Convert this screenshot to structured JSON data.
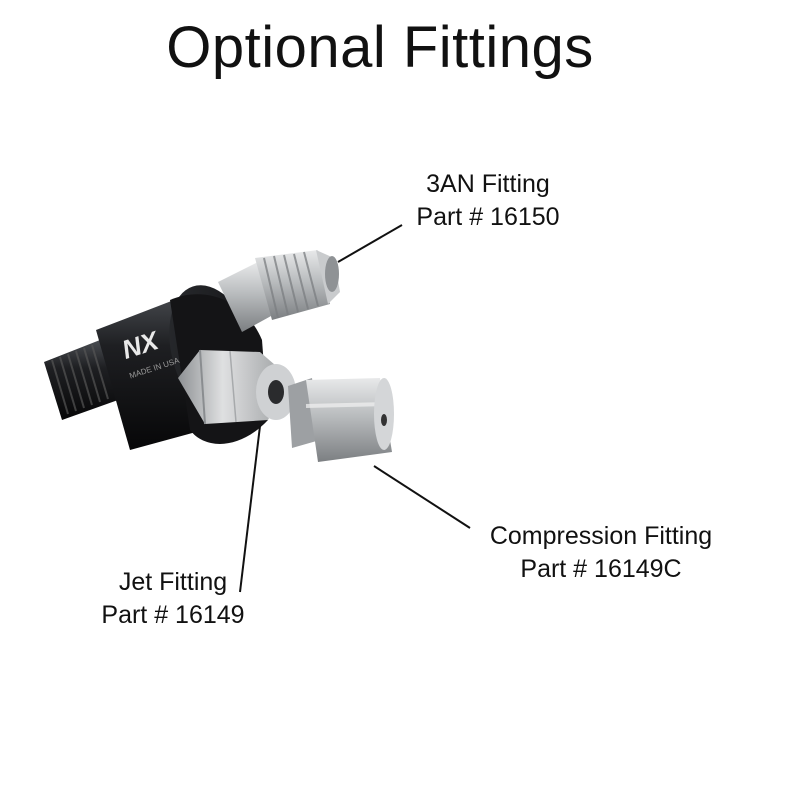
{
  "title": "Optional Fittings",
  "callouts": {
    "an3": {
      "name": "3AN Fitting",
      "part": "Part # 16150"
    },
    "compression": {
      "name": "Compression Fitting",
      "part": "Part # 16149C"
    },
    "jet": {
      "name": "Jet Fitting",
      "part": "Part # 16149"
    }
  },
  "product_logo": "NX",
  "product_engraving": "MADE IN USA",
  "colors": {
    "background": "#ffffff",
    "body_black": "#151515",
    "steel": "#b9bcbe",
    "leader_line": "#111111"
  }
}
